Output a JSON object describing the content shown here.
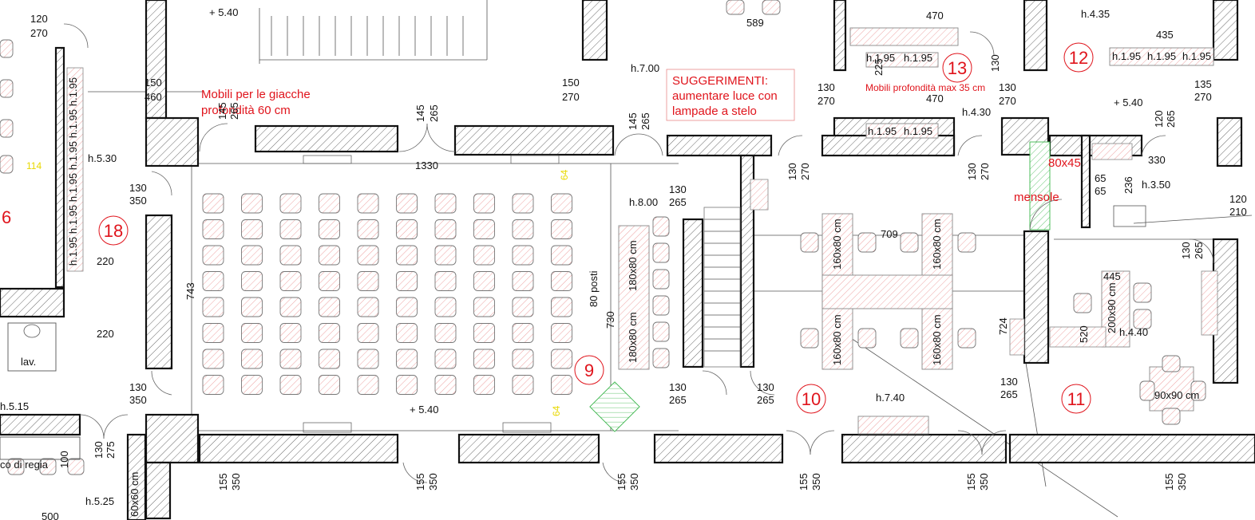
{
  "plan": {
    "rooms": [
      {
        "id": "room-9",
        "number": "9"
      },
      {
        "id": "room-10",
        "number": "10"
      },
      {
        "id": "room-11",
        "number": "11"
      },
      {
        "id": "room-12",
        "number": "12"
      },
      {
        "id": "room-13",
        "number": "13"
      },
      {
        "id": "room-18",
        "number": "18"
      },
      {
        "id": "room-6-partial",
        "number": "6"
      }
    ],
    "notes": {
      "coat_line1": "Mobili per le giacche",
      "coat_line2": "profondità 60 cm",
      "sugg_title": "SUGGERIMENTI:",
      "sugg_line2": "aumentare luce con",
      "sugg_line3": "lampade a stelo",
      "mobili35": "Mobili profondità max 35 cm",
      "shelves": "mensole",
      "size_80x45": "80x45"
    },
    "heights": {
      "h530": "h.5.30",
      "h800": "h.8.00",
      "h700": "h.7.00",
      "h430": "h.4.30",
      "h435": "h.4.35",
      "h350": "h.3.50",
      "h440": "h.4.40",
      "h740": "h.7.40",
      "h515": "h.5.15",
      "h525": "h.5.25"
    },
    "levels": {
      "top_left": "+ 5.40",
      "hall": "+ 5.40",
      "right": "+ 5.40"
    },
    "seats_label": "80 posti",
    "furniture": {
      "t180a": "180x80 cm",
      "t180b": "180x80 cm",
      "t160a": "160x80 cm",
      "t160b": "160x80 cm",
      "t160c": "160x80 cm",
      "t160d": "160x80 cm",
      "t200": "200x90 cm",
      "t90": "90x90 cm",
      "t60": "60x60 cm",
      "control_booth": "co di regia",
      "wc": "lav."
    },
    "shelf_heights": "h.1.95",
    "dims": {
      "d120": "120",
      "d270": "270",
      "d150": "150",
      "d460": "460",
      "d145": "145",
      "d265": "265",
      "d1330": "1330",
      "d130": "130",
      "d350": "350",
      "d220": "220",
      "d743": "743",
      "d730": "730",
      "d155": "155",
      "d275": "275",
      "d100": "100",
      "d500": "500",
      "d589": "589",
      "d470": "470",
      "d225": "225",
      "d435": "435",
      "d135": "135",
      "d709": "709",
      "d724": "724",
      "d445": "445",
      "d520": "520",
      "d330": "330",
      "d65": "65",
      "d236": "236",
      "d210": "210",
      "d114": "114",
      "d64": "64"
    }
  },
  "colors": {
    "red_markup": "#e0141c",
    "yellow_markup": "#e8d800",
    "green_markup": "#39b54a",
    "wall": "#111111"
  }
}
